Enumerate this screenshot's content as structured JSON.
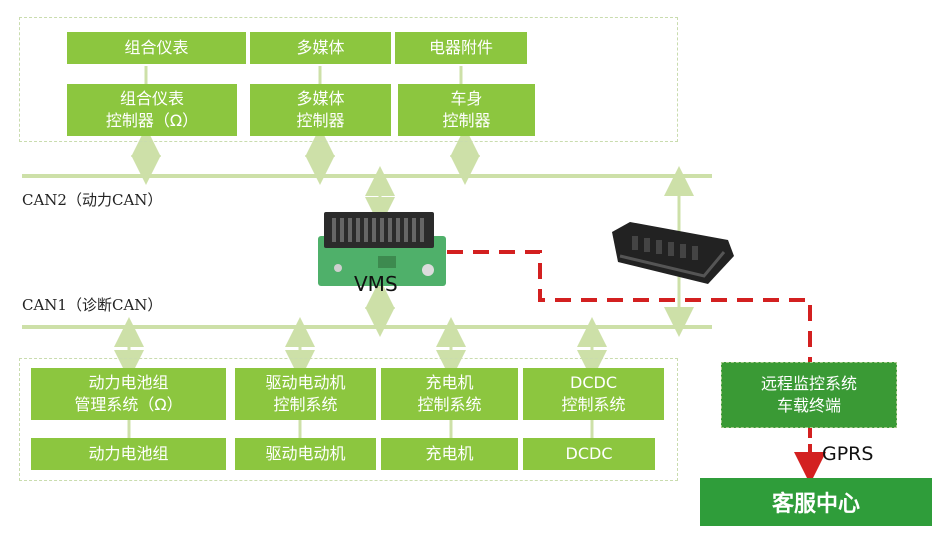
{
  "top_row": [
    {
      "label": "组合仪表"
    },
    {
      "label": "多媒体"
    },
    {
      "label": "电器附件"
    }
  ],
  "top_controllers": [
    {
      "label": "组合仪表\n控制器（Ω）"
    },
    {
      "label": "多媒体\n控制器"
    },
    {
      "label": "车身\n控制器"
    }
  ],
  "bus": {
    "can2": "CAN2（动力CAN）",
    "can1": "CAN1（诊断CAN）"
  },
  "vms_label": "VMS",
  "bottom_controllers": [
    {
      "label": "动力电池组\n管理系统（Ω）"
    },
    {
      "label": "驱动电动机\n控制系统"
    },
    {
      "label": "充电机\n控制系统"
    },
    {
      "label": "DCDC\n控制系统"
    }
  ],
  "bottom_row": [
    {
      "label": "动力电池组"
    },
    {
      "label": "驱动电动机"
    },
    {
      "label": "充电机"
    },
    {
      "label": "DCDC"
    }
  ],
  "terminal": "远程监控系统\n车载终端",
  "gprs": "GPRS",
  "service_center": "客服中心",
  "colors": {
    "box": "#8cc63f",
    "bus": "#cde0a8",
    "link": "#d32020",
    "service": "#2f9d3a"
  }
}
